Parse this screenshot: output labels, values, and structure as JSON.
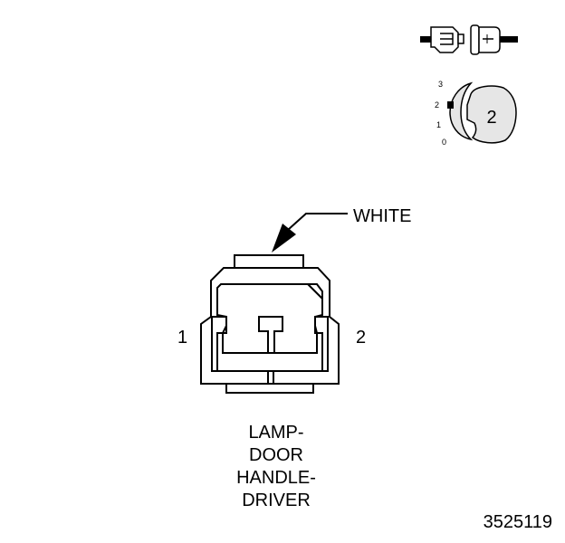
{
  "wire_color_label": "WHITE",
  "pin_left_label": "1",
  "pin_right_label": "2",
  "connector_name": [
    "LAMP-",
    "DOOR",
    "HANDLE-",
    "DRIVER"
  ],
  "figure_number": "3525119",
  "key_position_labels": [
    "3",
    "2",
    "1",
    "0"
  ],
  "key_number": "2",
  "colors": {
    "ink": "#000000",
    "key_fill": "#e6e6e6",
    "background": "#ffffff"
  },
  "icons": [
    "connector-side-view-icon",
    "key-position-icon",
    "pointer-arrow-icon"
  ]
}
